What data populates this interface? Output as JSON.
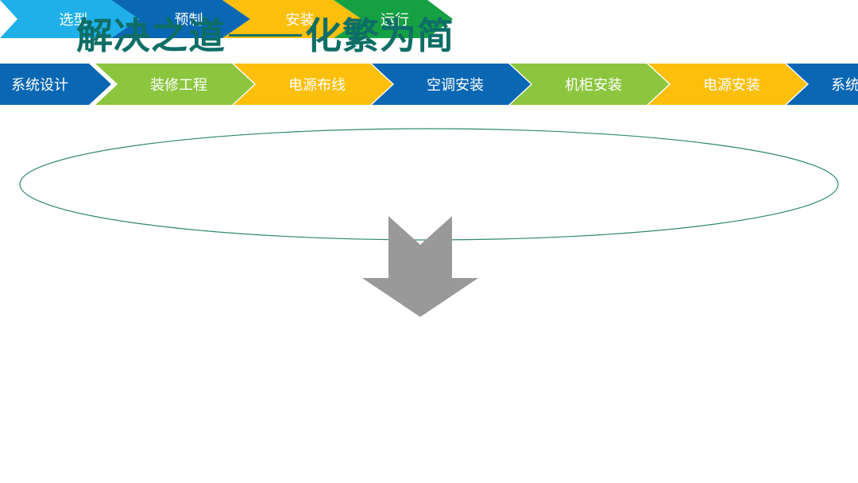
{
  "title": {
    "main": "解决之道",
    "emphasis": "化繁为简"
  },
  "top_steps": [
    {
      "label": "选型",
      "color": "#1fb0ea"
    },
    {
      "label": "预制",
      "color": "#0a67b4"
    },
    {
      "label": "安装",
      "color": "#fcbf0b"
    },
    {
      "label": "运行",
      "color": "#16a044"
    }
  ],
  "process_steps": [
    {
      "label": "系统设计",
      "color": "#0a67b4"
    },
    {
      "label": "装修工程",
      "color": "#8cc63f"
    },
    {
      "label": "电源布线",
      "color": "#fcbf0b"
    },
    {
      "label": "空调安装",
      "color": "#0a67b4"
    },
    {
      "label": "机柜安装",
      "color": "#8cc63f"
    },
    {
      "label": "电源安装",
      "color": "#fcbf0b"
    },
    {
      "label": "系统",
      "color": "#0a67b4"
    }
  ],
  "colors": {
    "title": "#0e6e66",
    "ellipse_stroke": "#2e8a66",
    "arrow_fill": "#999999"
  }
}
